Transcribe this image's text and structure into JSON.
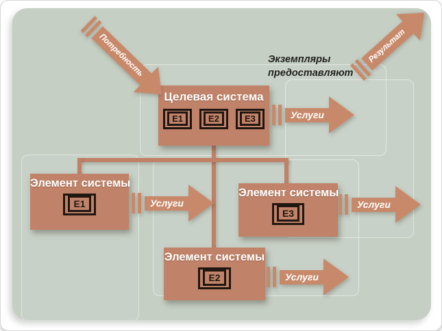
{
  "diagram": {
    "colors": {
      "canvas_background": "#c6cfc4",
      "node_fill": "#c08268",
      "arrow_fill": "#c8896a",
      "chip_border": "#201711",
      "note_text": "#22221f"
    },
    "need_label": "Потребность",
    "result_label": "Результат",
    "services_label": "Услуги",
    "note_line1": "Экземпляры",
    "note_line2": "предоставляют",
    "target": {
      "title": "Целевая система",
      "instances": [
        "Е1",
        "Е2",
        "Е3"
      ]
    },
    "elements": [
      {
        "title": "Элемент системы",
        "instance": "Е1"
      },
      {
        "title": "Элемент системы",
        "instance": "Е3"
      },
      {
        "title": "Элемент системы",
        "instance": "Е2"
      }
    ]
  }
}
